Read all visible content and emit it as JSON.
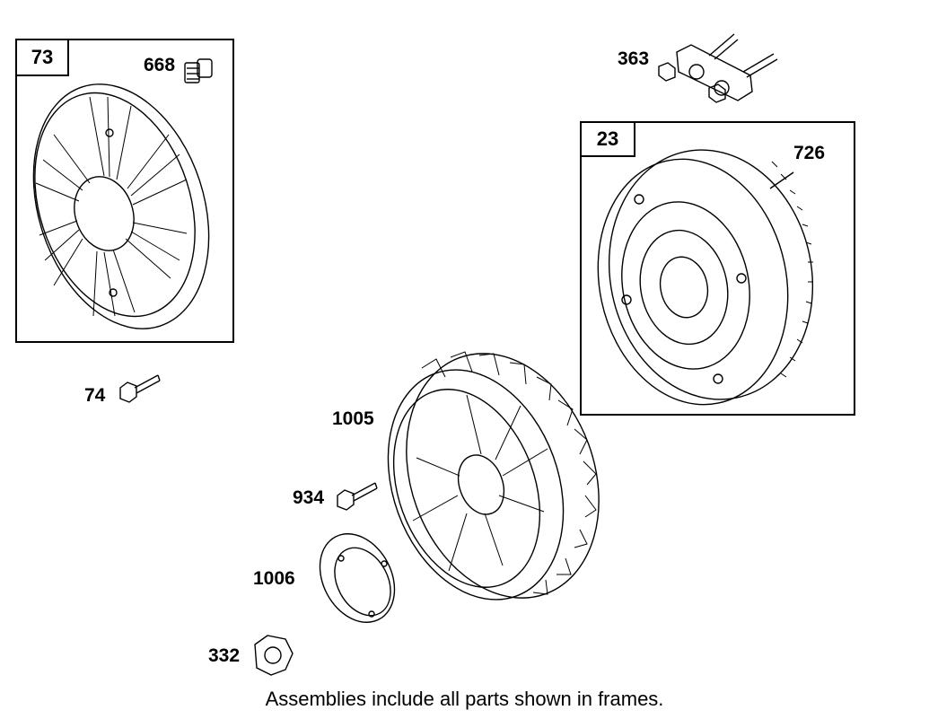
{
  "frames": {
    "f73": "73",
    "f23": "23"
  },
  "labels": {
    "p668": "668",
    "p363": "363",
    "p726": "726",
    "p74": "74",
    "p1005": "1005",
    "p934": "934",
    "p1006": "1006",
    "p332": "332"
  },
  "caption": "Assemblies include all parts shown in frames."
}
